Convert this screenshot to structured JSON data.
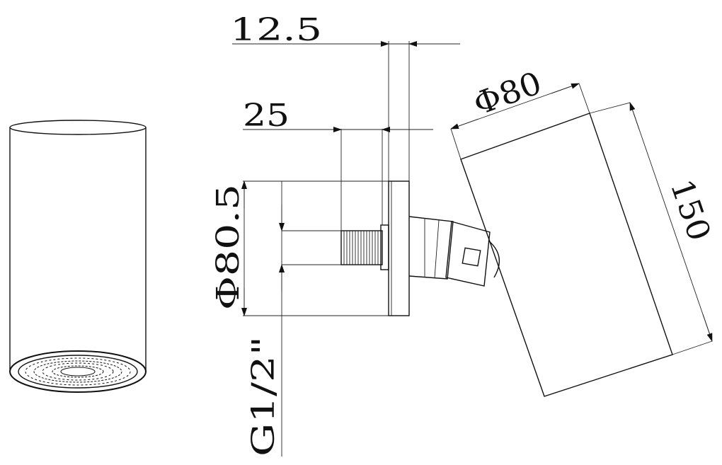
{
  "dimensions": {
    "offset_12_5": "12.5",
    "length_25": "25",
    "flange_diameter": "Φ80.5",
    "head_diameter": "Φ80",
    "head_length": "150",
    "thread_size": "G1/2\""
  },
  "colors": {
    "line": "#111111",
    "background": "#ffffff"
  }
}
